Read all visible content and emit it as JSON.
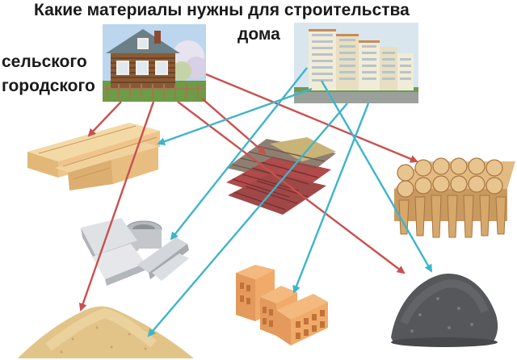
{
  "title": {
    "line1": "Какие материалы нужны для строительства",
    "line2": "дома"
  },
  "labels": {
    "rural": "сельского",
    "urban": "городского"
  },
  "colors": {
    "rural_arrow": "#c9504e",
    "urban_arrow": "#3fb4c9",
    "text": "#1a1a1a"
  },
  "images": {
    "house": "wooden-house-photo",
    "building": "apartment-building-photo",
    "materials": [
      "boards",
      "slate",
      "logs",
      "concrete-slabs",
      "bricks",
      "cement",
      "sand"
    ]
  },
  "connections": {
    "rural_house": [
      "boards",
      "slate",
      "logs",
      "cement",
      "sand"
    ],
    "urban_building": [
      "boards",
      "concrete-slabs",
      "bricks",
      "cement",
      "sand"
    ]
  }
}
